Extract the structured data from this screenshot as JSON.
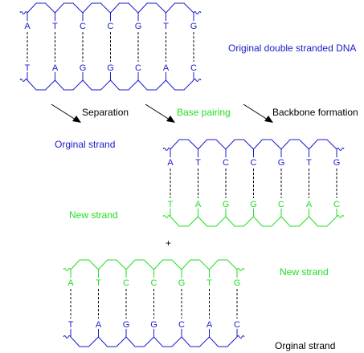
{
  "colors": {
    "blue": "#1a1acc",
    "green": "#22dd22",
    "black": "#000000"
  },
  "labels": {
    "original_dna": "Original double stranded DNA",
    "separation": "Separation",
    "base_pairing": "Base pairing",
    "backbone_formation": "Backbone formation",
    "original_strand_1": "Orginal strand",
    "new_strand_1": "New strand",
    "plus": "+",
    "new_strand_2": "New strand",
    "original_strand_2": "Orginal strand"
  },
  "top_bases": [
    "A",
    "T",
    "C",
    "C",
    "G",
    "T",
    "G"
  ],
  "bottom_bases": [
    "T",
    "A",
    "G",
    "G",
    "C",
    "A",
    "C"
  ]
}
